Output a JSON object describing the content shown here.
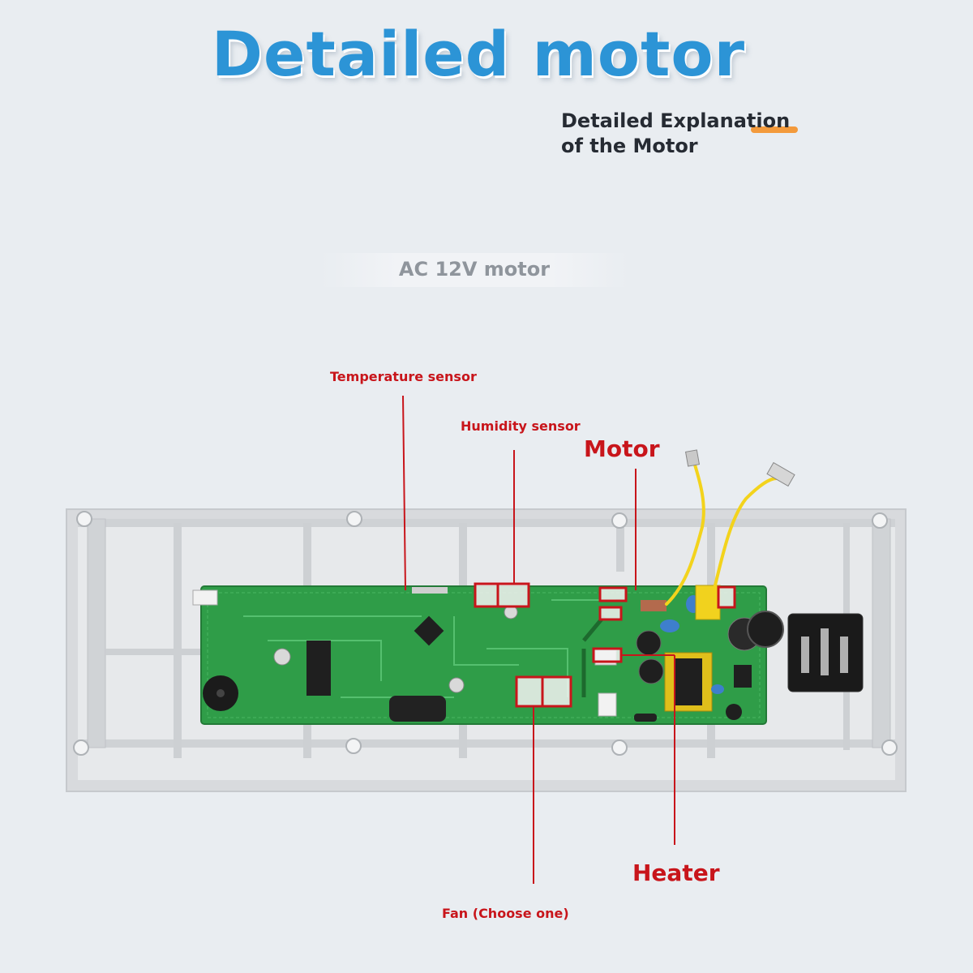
{
  "header": {
    "title": "Detailed motor",
    "subtitle_line1": "Detailed Explanation",
    "subtitle_line2": "of the Motor",
    "tag": "AC 12V motor"
  },
  "callouts": {
    "temperature_sensor": "Temperature sensor",
    "humidity_sensor": "Humidity sensor",
    "motor": "Motor",
    "heater": "Heater",
    "fan": "Fan (Choose one)"
  },
  "colors": {
    "title": "#2c94d6",
    "callout": "#c8151b",
    "accent": "#f39a3c",
    "board": "#2f9d48",
    "housing": "#d7d9dc"
  }
}
